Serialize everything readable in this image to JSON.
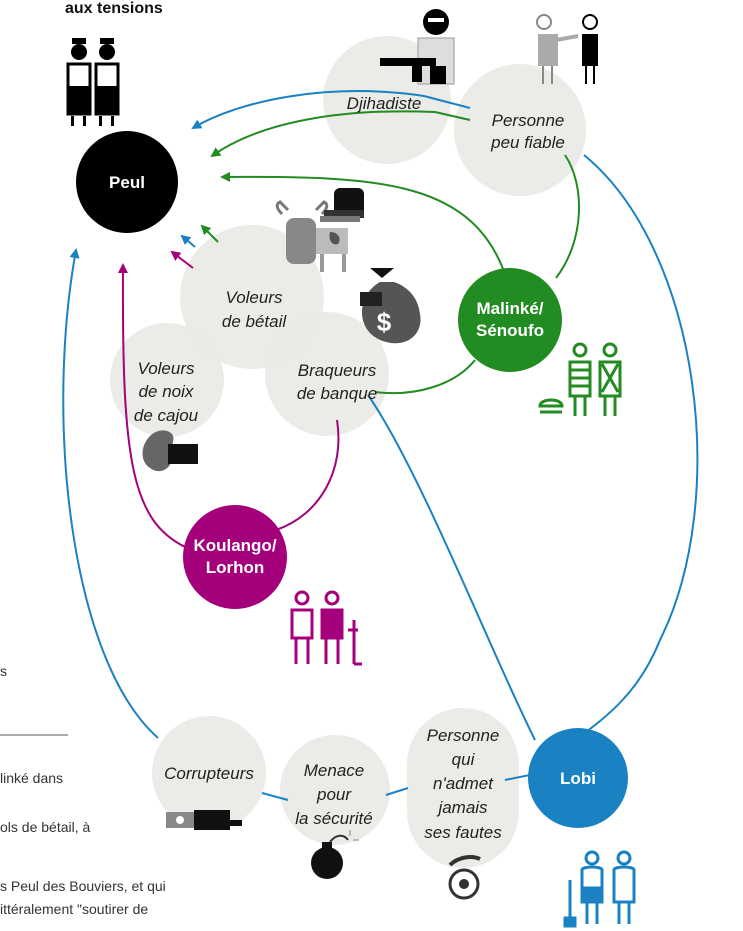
{
  "header": {
    "title_fragment": "aux tensions"
  },
  "colors": {
    "peul": "#000000",
    "malinke": "#228b22",
    "koulango": "#a4007c",
    "lobi": "#1a82c3",
    "bubble": "#e9e9e6"
  },
  "groups": {
    "peul": {
      "label": "Peul"
    },
    "malinke": {
      "label_line1": "Malinké/",
      "label_line2": "Sénoufo"
    },
    "koulango": {
      "label_line1": "Koulango/",
      "label_line2": "Lorhon"
    },
    "lobi": {
      "label": "Lobi"
    }
  },
  "stereotypes": {
    "djihadiste": {
      "label": "Djihadiste"
    },
    "peu_fiable": {
      "line1": "Personne",
      "line2": "peu fiable"
    },
    "voleurs_betail": {
      "line1": "Voleurs",
      "line2": "de bétail"
    },
    "braqueurs": {
      "line1": "Braqueurs",
      "line2": "de banque"
    },
    "noix_cajou": {
      "line1": "Voleurs",
      "line2": "de noix",
      "line3": "de cajou"
    },
    "corrupteurs": {
      "label": "Corrupteurs"
    },
    "menace": {
      "line1": "Menace",
      "line2": "pour",
      "line3": "la sécurité"
    },
    "fautes": {
      "line1": "Personne",
      "line2": "qui",
      "line3": "n'admet",
      "line4": "jamais",
      "line5": "ses fautes"
    }
  },
  "side_text": {
    "frag1": "s",
    "frag2": "linké dans",
    "frag3": "ols de bétail, à",
    "frag4": "s Peul des Bouviers, et qui",
    "frag5": "ittéralement \"soutirer de"
  },
  "icons": [
    "peul-people-icon",
    "jihadist-gunman-icon",
    "two-people-icon",
    "cattle-icon",
    "fist-icon",
    "money-bag-icon",
    "cashew-hand-icon",
    "malinke-people-icon",
    "koulango-people-icon",
    "money-hand-icon",
    "bomb-icon",
    "eye-icon",
    "lobi-people-icon"
  ]
}
